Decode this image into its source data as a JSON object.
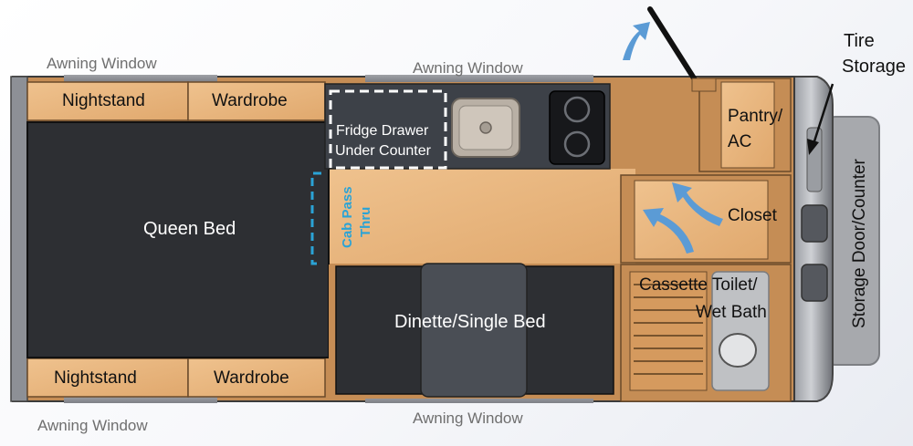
{
  "labels": {
    "awning_top_left": "Awning Window",
    "awning_top_mid": "Awning Window",
    "awning_bottom_left": "Awning Window",
    "awning_bottom_mid": "Awning Window",
    "nightstand_top": "Nightstand",
    "wardrobe_top": "Wardrobe",
    "nightstand_bottom": "Nightstand",
    "wardrobe_bottom": "Wardrobe",
    "queen_bed": "Queen Bed",
    "fridge_line1": "Fridge Drawer",
    "fridge_line2": "Under Counter",
    "cab_pass_line1": "Cab Pass",
    "cab_pass_line2": "Thru",
    "dinette": "Dinette/Single Bed",
    "pantry_line1": "Pantry/",
    "pantry_line2": "AC",
    "closet": "Closet",
    "toilet_line1": "Cassette Toilet/",
    "toilet_line2": "Wet Bath",
    "tire_line1": "Tire",
    "tire_line2": "Storage",
    "storage_door": "Storage Door/Counter"
  },
  "colors": {
    "wood": "#e8b27a",
    "wood_dark": "#c98c50",
    "dark_fabric": "#2d2f33",
    "counter": "#3d4148",
    "arrow_blue": "#5b9bd5",
    "pass_thru": "#2aa3d6",
    "storage": "#a7a9ad",
    "toilet_grey": "#bfc1c4"
  }
}
